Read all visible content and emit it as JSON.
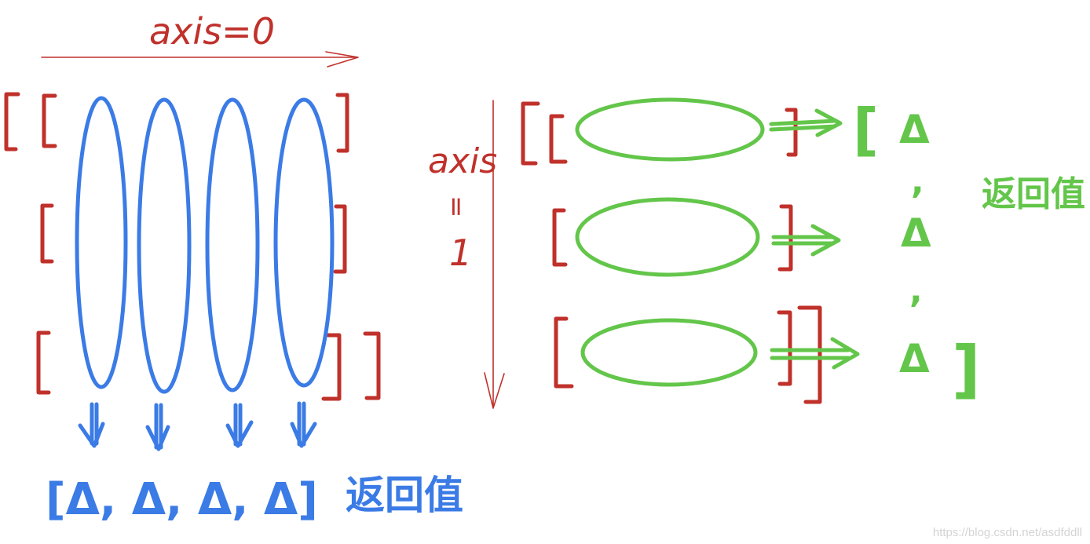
{
  "axis0": {
    "label": "axis=0",
    "result_text": "[Δ, Δ, Δ, Δ]",
    "return_label": "返回值"
  },
  "axis1": {
    "label_word": "axis",
    "label_equals": "=",
    "label_value": "1",
    "results": [
      "Δ",
      "Δ",
      "Δ"
    ],
    "separators": [
      ",",
      ","
    ],
    "open_bracket": "[",
    "close_bracket": "]",
    "return_label": "返回值"
  },
  "watermark": "https://blog.csdn.net/asdfddll",
  "colors": {
    "axis_red": "#c0312b",
    "axis0_blue": "#3b7be6",
    "axis1_green": "#63c64a"
  }
}
